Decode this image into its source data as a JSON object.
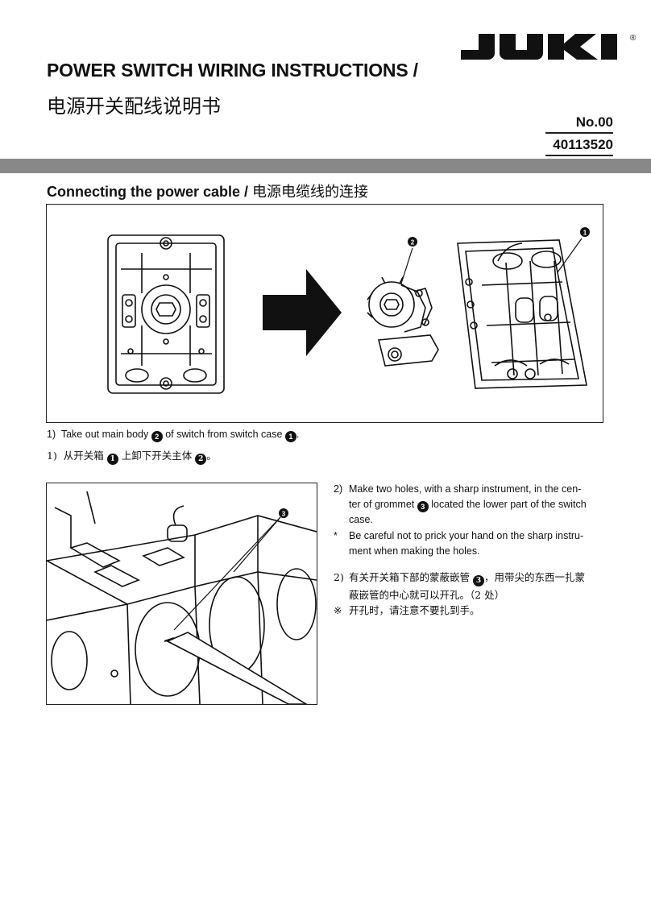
{
  "brand": {
    "logo_text": "JUKI",
    "registered": "®"
  },
  "header": {
    "title_en": "POWER SWITCH WIRING INSTRUCTIONS /",
    "title_cn": "电源开关配线说明书",
    "doc_no": "No.00",
    "part_no": "40113520"
  },
  "section": {
    "title_en": "Connecting the power cable /",
    "title_cn": "电源电缆线的连接"
  },
  "figure1": {
    "callout_1": "1",
    "callout_2": "2"
  },
  "figure2": {
    "callout_3": "3"
  },
  "steps": {
    "s1_en_num": "1)",
    "s1_en_a": "Take out main body",
    "s1_en_b": "of switch from switch case",
    "s1_en_c": ".",
    "s1_cn_num": "1)",
    "s1_cn_a": "从开关箱",
    "s1_cn_b": "上卸下开关主体",
    "s1_cn_c": "。",
    "s2_en_num": "2)",
    "s2_en_a": "Make two holes, with a sharp instrument, in the cen-",
    "s2_en_b": "ter of grommet",
    "s2_en_c": "located the lower part of the switch",
    "s2_en_d": "case.",
    "note_en_mark": "*",
    "note_en_a": "Be careful not to prick your hand on the sharp instru-",
    "note_en_b": "ment when making the holes.",
    "s2_cn_num": "2)",
    "s2_cn_a": "有关开关箱下部的蒙蔽嵌管",
    "s2_cn_b": "，用带尖的东西一扎蒙",
    "s2_cn_c": "蔽嵌管的中心就可以开孔。（2 处）",
    "note_cn_mark": "※",
    "note_cn": "开孔时，请注意不要扎到手。"
  }
}
